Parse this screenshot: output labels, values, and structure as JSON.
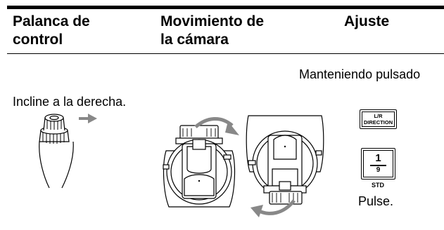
{
  "table": {
    "headers": [
      "Palanca de\ncontrol",
      "Movimiento de\nla cámara",
      "Ajuste"
    ]
  },
  "row": {
    "control_text": "Incline a la derecha.",
    "adjust_hold_text": "Manteniendo pulsado",
    "adjust_press_text": "Pulse."
  },
  "buttons": {
    "lr_direction": {
      "line1": "L/R",
      "line2": "DIRECTION"
    },
    "std": {
      "top": "1",
      "bottom": "9",
      "label": "STD"
    }
  },
  "icons": [
    "joystick-icon",
    "arrow-right-icon",
    "camera-front-icon",
    "camera-rear-icon",
    "curved-arrow-icon"
  ]
}
